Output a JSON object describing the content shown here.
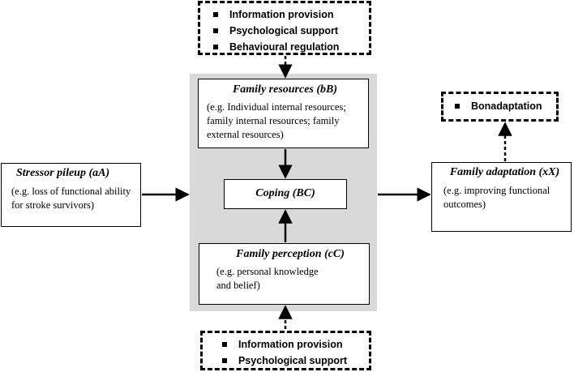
{
  "top_box": {
    "items": [
      "Information provision",
      "Psychological support",
      "Behavioural regulation"
    ]
  },
  "family_resources": {
    "title": "Family resources (bB)",
    "desc": "(e.g. Individual internal resources; family internal resources; family external resources)"
  },
  "coping": {
    "title": "Coping (BC)"
  },
  "family_perception": {
    "title": "Family perception (cC)",
    "desc": "(e.g. personal knowledge and belief)"
  },
  "stressor": {
    "title": "Stressor pileup (aA)",
    "desc": "(e.g. loss of  functional ability for stroke survivors)"
  },
  "adaptation": {
    "title": "Family adaptation (xX)",
    "desc": "(e.g. improving functional outcomes)"
  },
  "bonadaptation": {
    "items": [
      "Bonadaptation"
    ]
  },
  "bottom_box": {
    "items": [
      "Information provision",
      "Psychological support"
    ]
  }
}
